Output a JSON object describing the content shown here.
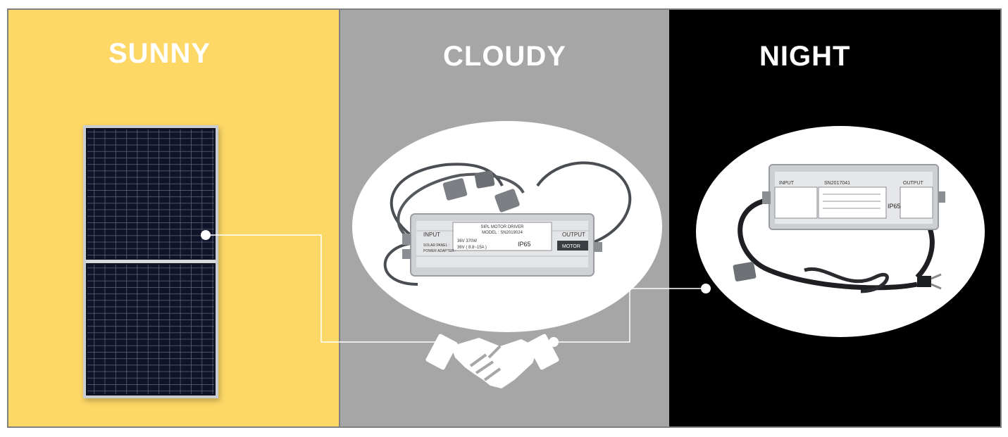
{
  "colors": {
    "sunny_bg": "#FDD866",
    "cloudy_bg": "#A6A6A6",
    "night_bg": "#000000",
    "title_text": "#FFFFFF",
    "connector": "#FFFFFF",
    "panel_cell": "#0F1224"
  },
  "panels": {
    "sunny": {
      "title": "SUNNY"
    },
    "cloudy": {
      "title": "CLOUDY"
    },
    "night": {
      "title": "NIGHT"
    }
  },
  "icons": {
    "solar_panel": "solar-panel-icon",
    "motor_driver": "motor-driver-icon",
    "power_adapter": "power-adapter-icon",
    "handshake": "handshake-icon"
  },
  "motor_driver_label": {
    "input": "INPUT",
    "name": "SIPL MOTOR DRIVER",
    "model": "MODEL : SN2019024",
    "solar_panel": "SOLAR PANEL :",
    "power_adapter": "POWER ADAPTER :",
    "spec1": "36V 370W",
    "spec2": "36V ( 8.8~15A )",
    "ip": "IP65",
    "output": "OUTPUT",
    "motor": "MOTOR"
  },
  "adapter_label": {
    "input": "INPUT",
    "model": "SN2017041",
    "output": "OUTPUT",
    "ip": "IP65"
  }
}
